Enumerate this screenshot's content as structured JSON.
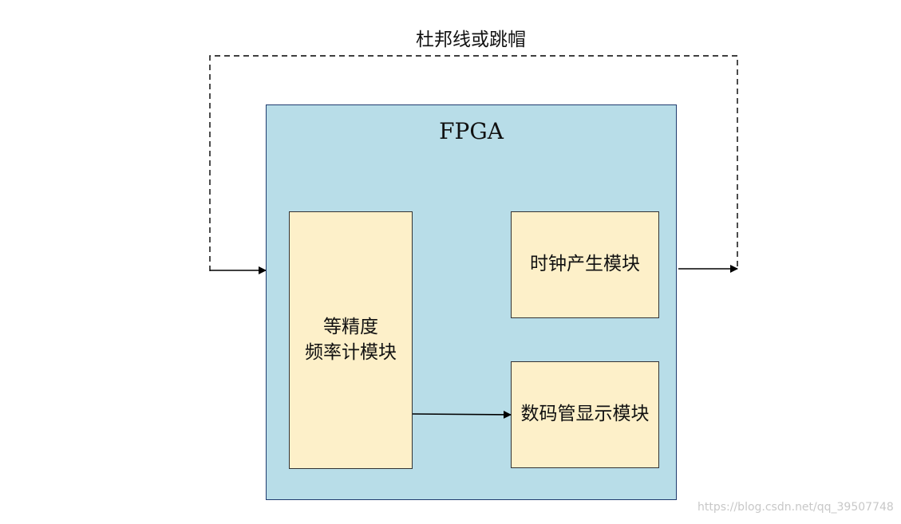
{
  "loop_label": "杜邦线或跳帽",
  "fpga": {
    "title": "FPGA"
  },
  "modules": {
    "freq_counter": {
      "line1": "等精度",
      "line2": "频率计模块"
    },
    "clock_gen": {
      "label": "时钟产生模块"
    },
    "display": {
      "label": "数码管显示模块"
    }
  },
  "watermark": "https://blog.csdn.net/qq_39507748",
  "colors": {
    "fpga_fill": "#b8dde8",
    "fpga_border": "#1f3b6e",
    "module_fill": "#fdf0c9",
    "line": "#000000"
  }
}
